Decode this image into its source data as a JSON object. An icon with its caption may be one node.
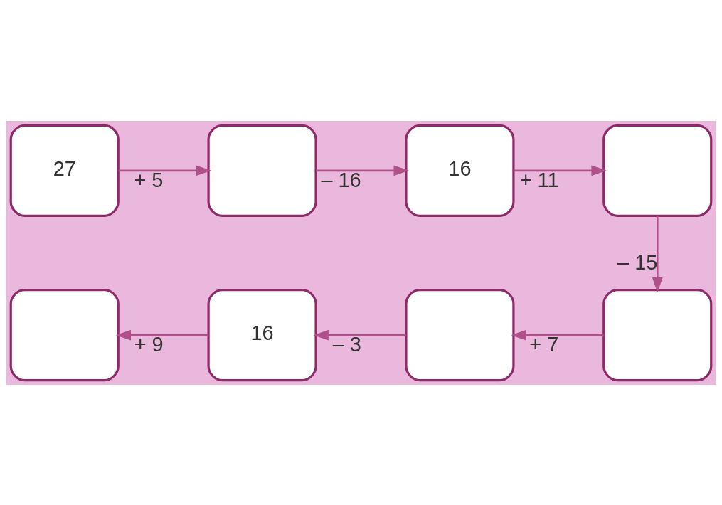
{
  "diagram": {
    "nodes": [
      {
        "text": [
          "27"
        ]
      },
      {
        "text": [],
        "shape": "box"
      },
      {
        "text": [
          "16"
        ]
      },
      {
        "text": [],
        "shape": "box"
      },
      {
        "text": [],
        "shape": "box"
      },
      {
        "text": [],
        "shape": "box"
      },
      {
        "text": [
          "16"
        ]
      },
      {
        "text": [],
        "shape": "box"
      }
    ],
    "edges": [
      {
        "from": 0,
        "to": 1,
        "arrow": "to",
        "label": "+ 5"
      },
      {
        "from": 1,
        "to": 2,
        "arrow": "to",
        "label": "– 16"
      },
      {
        "from": 2,
        "to": 3,
        "arrow": "to",
        "label": "+ 11"
      },
      {
        "from": 3,
        "to": 4,
        "arrow": "to",
        "label": "– 15"
      },
      {
        "from": 4,
        "to": 5,
        "arrow": "to",
        "label": "+ 7"
      },
      {
        "from": 5,
        "to": 6,
        "arrow": "to",
        "label": "– 3"
      },
      {
        "from": 6,
        "to": 7,
        "arrow": "to",
        "label": "+ 9"
      }
    ]
  }
}
